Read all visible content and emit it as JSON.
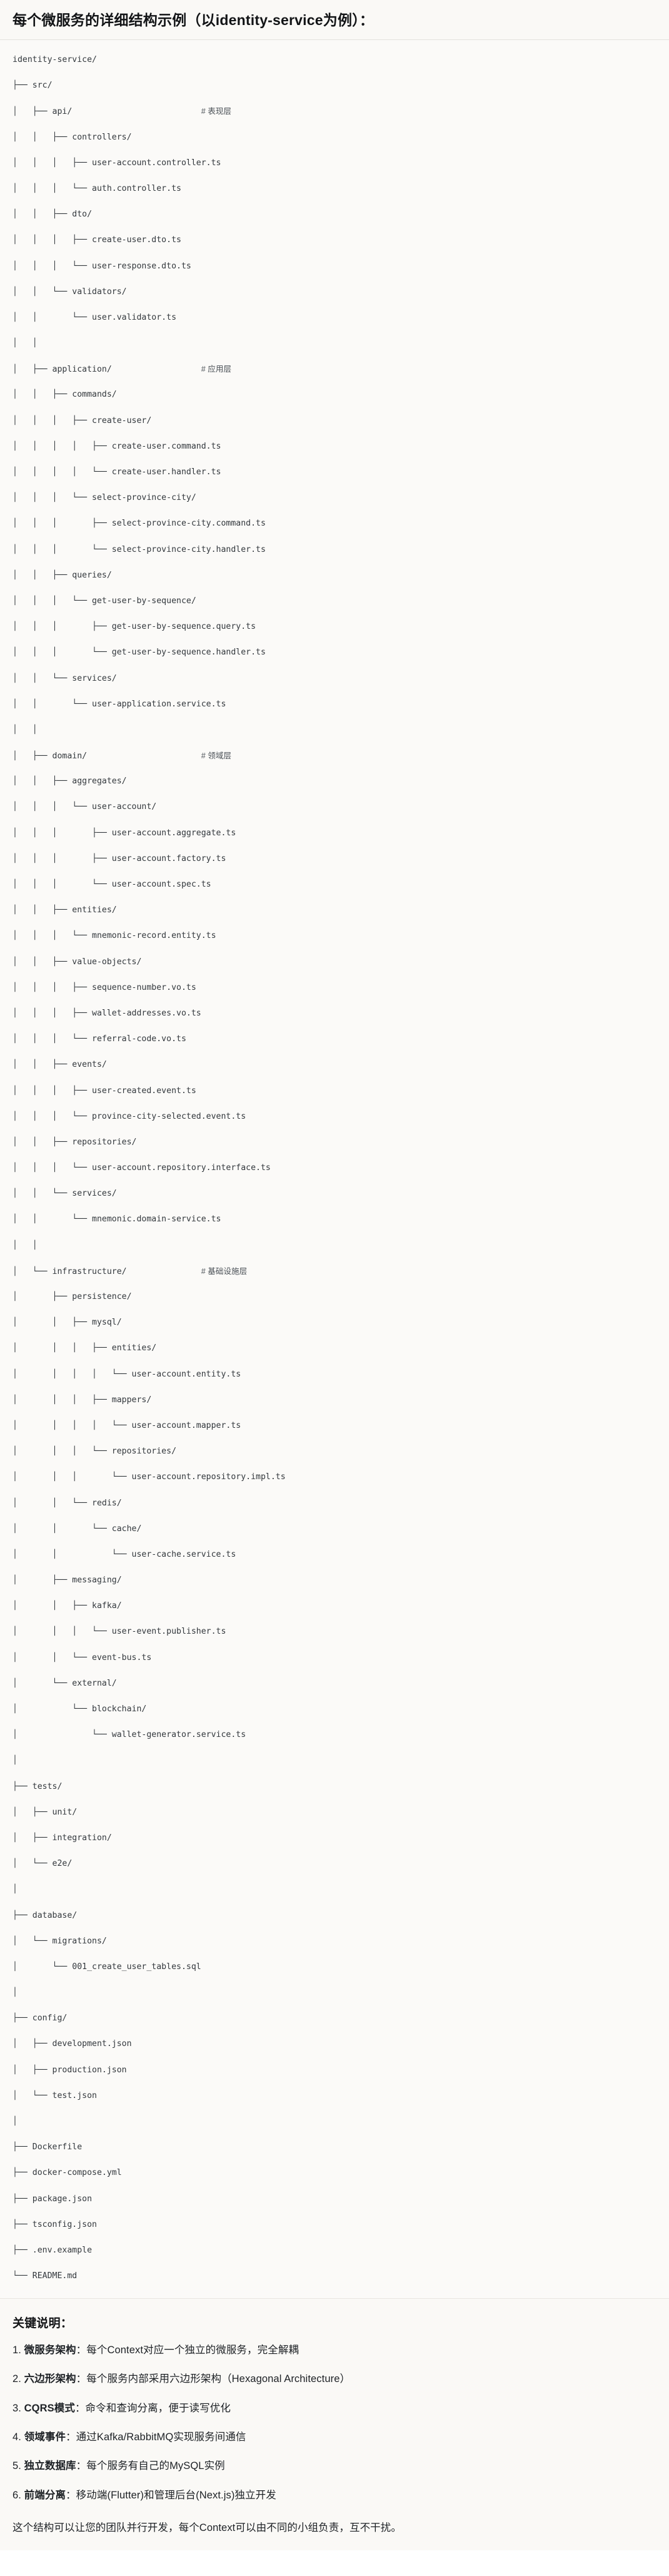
{
  "header": {
    "title": "每个微服务的详细结构示例（以identity-service为例）："
  },
  "tree": {
    "root_label": "identity-service/",
    "lines": [
      {
        "text": "identity-service/",
        "comment": ""
      },
      {
        "text": "├── src/",
        "comment": ""
      },
      {
        "text": "│   ├── api/",
        "comment": "# 表现层"
      },
      {
        "text": "│   │   ├── controllers/",
        "comment": ""
      },
      {
        "text": "│   │   │   ├── user-account.controller.ts",
        "comment": ""
      },
      {
        "text": "│   │   │   └── auth.controller.ts",
        "comment": ""
      },
      {
        "text": "│   │   ├── dto/",
        "comment": ""
      },
      {
        "text": "│   │   │   ├── create-user.dto.ts",
        "comment": ""
      },
      {
        "text": "│   │   │   └── user-response.dto.ts",
        "comment": ""
      },
      {
        "text": "│   │   └── validators/",
        "comment": ""
      },
      {
        "text": "│   │       └── user.validator.ts",
        "comment": ""
      },
      {
        "text": "│   │",
        "comment": ""
      },
      {
        "text": "│   ├── application/",
        "comment": "# 应用层"
      },
      {
        "text": "│   │   ├── commands/",
        "comment": ""
      },
      {
        "text": "│   │   │   ├── create-user/",
        "comment": ""
      },
      {
        "text": "│   │   │   │   ├── create-user.command.ts",
        "comment": ""
      },
      {
        "text": "│   │   │   │   └── create-user.handler.ts",
        "comment": ""
      },
      {
        "text": "│   │   │   └── select-province-city/",
        "comment": ""
      },
      {
        "text": "│   │   │       ├── select-province-city.command.ts",
        "comment": ""
      },
      {
        "text": "│   │   │       └── select-province-city.handler.ts",
        "comment": ""
      },
      {
        "text": "│   │   ├── queries/",
        "comment": ""
      },
      {
        "text": "│   │   │   └── get-user-by-sequence/",
        "comment": ""
      },
      {
        "text": "│   │   │       ├── get-user-by-sequence.query.ts",
        "comment": ""
      },
      {
        "text": "│   │   │       └── get-user-by-sequence.handler.ts",
        "comment": ""
      },
      {
        "text": "│   │   └── services/",
        "comment": ""
      },
      {
        "text": "│   │       └── user-application.service.ts",
        "comment": ""
      },
      {
        "text": "│   │",
        "comment": ""
      },
      {
        "text": "│   ├── domain/",
        "comment": "# 领域层"
      },
      {
        "text": "│   │   ├── aggregates/",
        "comment": ""
      },
      {
        "text": "│   │   │   └── user-account/",
        "comment": ""
      },
      {
        "text": "│   │   │       ├── user-account.aggregate.ts",
        "comment": ""
      },
      {
        "text": "│   │   │       ├── user-account.factory.ts",
        "comment": ""
      },
      {
        "text": "│   │   │       └── user-account.spec.ts",
        "comment": ""
      },
      {
        "text": "│   │   ├── entities/",
        "comment": ""
      },
      {
        "text": "│   │   │   └── mnemonic-record.entity.ts",
        "comment": ""
      },
      {
        "text": "│   │   ├── value-objects/",
        "comment": ""
      },
      {
        "text": "│   │   │   ├── sequence-number.vo.ts",
        "comment": ""
      },
      {
        "text": "│   │   │   ├── wallet-addresses.vo.ts",
        "comment": ""
      },
      {
        "text": "│   │   │   └── referral-code.vo.ts",
        "comment": ""
      },
      {
        "text": "│   │   ├── events/",
        "comment": ""
      },
      {
        "text": "│   │   │   ├── user-created.event.ts",
        "comment": ""
      },
      {
        "text": "│   │   │   └── province-city-selected.event.ts",
        "comment": ""
      },
      {
        "text": "│   │   ├── repositories/",
        "comment": ""
      },
      {
        "text": "│   │   │   └── user-account.repository.interface.ts",
        "comment": ""
      },
      {
        "text": "│   │   └── services/",
        "comment": ""
      },
      {
        "text": "│   │       └── mnemonic.domain-service.ts",
        "comment": ""
      },
      {
        "text": "│   │",
        "comment": ""
      },
      {
        "text": "│   └── infrastructure/",
        "comment": "# 基础设施层"
      },
      {
        "text": "│       ├── persistence/",
        "comment": ""
      },
      {
        "text": "│       │   ├── mysql/",
        "comment": ""
      },
      {
        "text": "│       │   │   ├── entities/",
        "comment": ""
      },
      {
        "text": "│       │   │   │   └── user-account.entity.ts",
        "comment": ""
      },
      {
        "text": "│       │   │   ├── mappers/",
        "comment": ""
      },
      {
        "text": "│       │   │   │   └── user-account.mapper.ts",
        "comment": ""
      },
      {
        "text": "│       │   │   └── repositories/",
        "comment": ""
      },
      {
        "text": "│       │   │       └── user-account.repository.impl.ts",
        "comment": ""
      },
      {
        "text": "│       │   └── redis/",
        "comment": ""
      },
      {
        "text": "│       │       └── cache/",
        "comment": ""
      },
      {
        "text": "│       │           └── user-cache.service.ts",
        "comment": ""
      },
      {
        "text": "│       ├── messaging/",
        "comment": ""
      },
      {
        "text": "│       │   ├── kafka/",
        "comment": ""
      },
      {
        "text": "│       │   │   └── user-event.publisher.ts",
        "comment": ""
      },
      {
        "text": "│       │   └── event-bus.ts",
        "comment": ""
      },
      {
        "text": "│       └── external/",
        "comment": ""
      },
      {
        "text": "│           └── blockchain/",
        "comment": ""
      },
      {
        "text": "│               └── wallet-generator.service.ts",
        "comment": ""
      },
      {
        "text": "│",
        "comment": ""
      },
      {
        "text": "├── tests/",
        "comment": ""
      },
      {
        "text": "│   ├── unit/",
        "comment": ""
      },
      {
        "text": "│   ├── integration/",
        "comment": ""
      },
      {
        "text": "│   └── e2e/",
        "comment": ""
      },
      {
        "text": "│",
        "comment": ""
      },
      {
        "text": "├── database/",
        "comment": ""
      },
      {
        "text": "│   └── migrations/",
        "comment": ""
      },
      {
        "text": "│       └── 001_create_user_tables.sql",
        "comment": ""
      },
      {
        "text": "│",
        "comment": ""
      },
      {
        "text": "├── config/",
        "comment": ""
      },
      {
        "text": "│   ├── development.json",
        "comment": ""
      },
      {
        "text": "│   ├── production.json",
        "comment": ""
      },
      {
        "text": "│   └── test.json",
        "comment": ""
      },
      {
        "text": "│",
        "comment": ""
      },
      {
        "text": "├── Dockerfile",
        "comment": ""
      },
      {
        "text": "├── docker-compose.yml",
        "comment": ""
      },
      {
        "text": "├── package.json",
        "comment": ""
      },
      {
        "text": "├── tsconfig.json",
        "comment": ""
      },
      {
        "text": "├── .env.example",
        "comment": ""
      },
      {
        "text": "└── README.md",
        "comment": ""
      }
    ]
  },
  "notes": {
    "title": "关键说明：",
    "items": [
      {
        "num": "1.",
        "term": "微服务架构",
        "sep": "：",
        "desc": "每个Context对应一个独立的微服务，完全解耦"
      },
      {
        "num": "2.",
        "term": "六边形架构",
        "sep": "：",
        "desc": "每个服务内部采用六边形架构（Hexagonal Architecture）"
      },
      {
        "num": "3.",
        "term": "CQRS模式",
        "sep": "：",
        "desc": "命令和查询分离，便于读写优化"
      },
      {
        "num": "4.",
        "term": "领域事件",
        "sep": "：",
        "desc": "通过Kafka/RabbitMQ实现服务间通信"
      },
      {
        "num": "5.",
        "term": "独立数据库",
        "sep": "：",
        "desc": "每个服务有自己的MySQL实例"
      },
      {
        "num": "6.",
        "term": "前端分离",
        "sep": "：",
        "desc": "移动端(Flutter)和管理后台(Next.js)独立开发"
      }
    ],
    "closing": "这个结构可以让您的团队并行开发，每个Context可以由不同的小组负责，互不干扰。"
  },
  "colors": {
    "page_bg": "#ffffff",
    "header_bg": "#faf9f6",
    "tree_bg": "#fbfaf8",
    "notes_bg": "#faf9f6",
    "text": "#1f2328",
    "tree_text": "#33383d",
    "comment_text": "#4a5056",
    "divider": "#e3e1dc"
  }
}
